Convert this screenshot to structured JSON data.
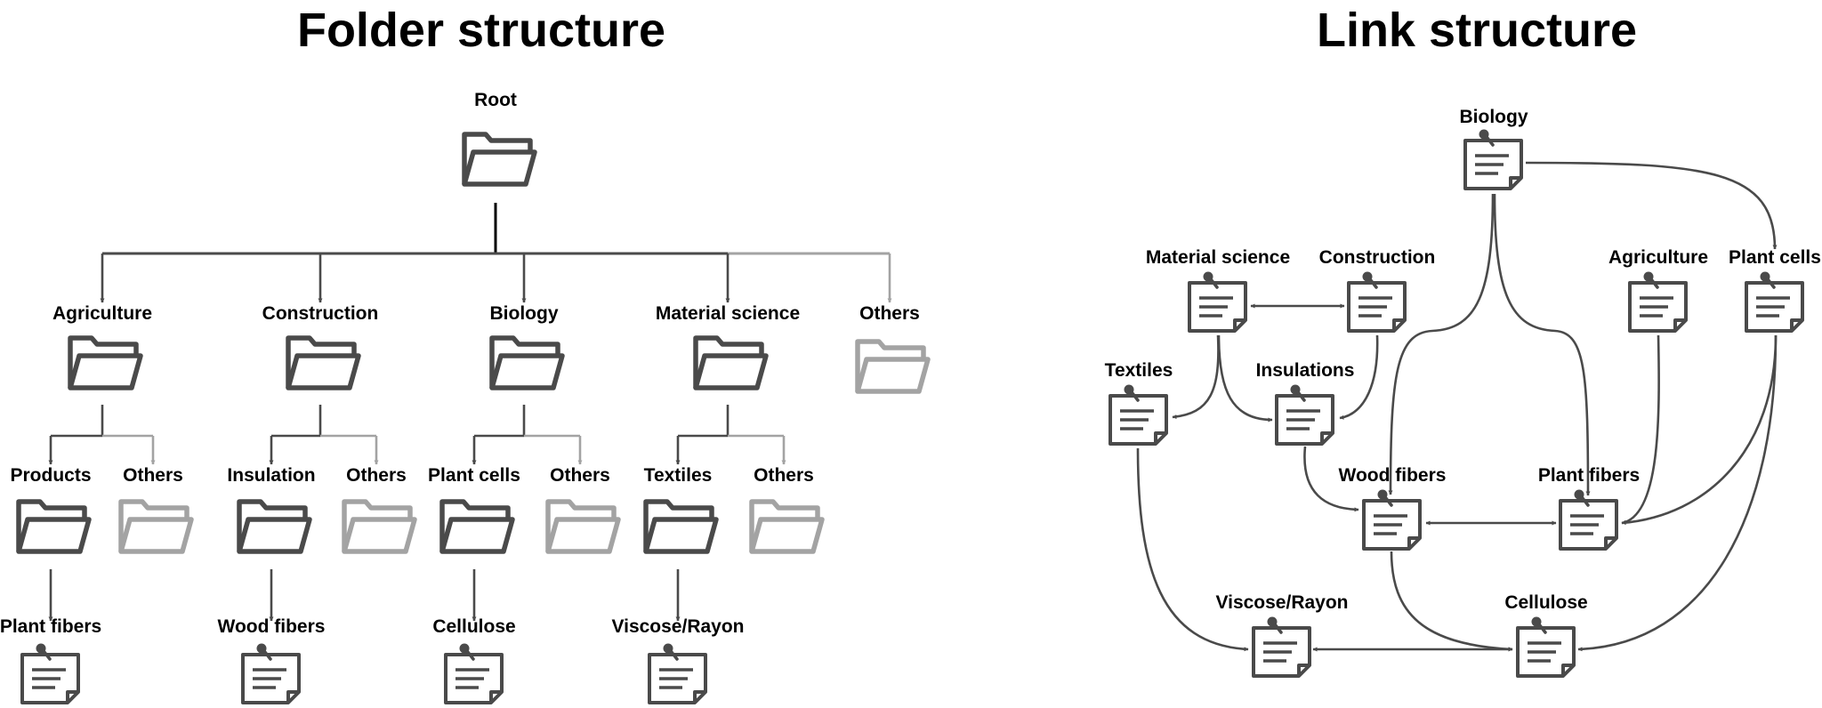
{
  "colors": {
    "dark": "#4a4a4a",
    "light": "#a3a3a3",
    "text": "#000000"
  },
  "panels": {
    "folder_title": "Folder structure",
    "link_title": "Link structure"
  },
  "folder_tree": {
    "root": "Root",
    "children": [
      {
        "label": "Agriculture",
        "style": "dark",
        "children": [
          {
            "label": "Products",
            "style": "dark",
            "doc": "Plant fibers"
          },
          {
            "label": "Others",
            "style": "light"
          }
        ]
      },
      {
        "label": "Construction",
        "style": "dark",
        "children": [
          {
            "label": "Insulation",
            "style": "dark",
            "doc": "Wood fibers"
          },
          {
            "label": "Others",
            "style": "light"
          }
        ]
      },
      {
        "label": "Biology",
        "style": "dark",
        "children": [
          {
            "label": "Plant cells",
            "style": "dark",
            "doc": "Cellulose"
          },
          {
            "label": "Others",
            "style": "light"
          }
        ]
      },
      {
        "label": "Material science",
        "style": "dark",
        "children": [
          {
            "label": "Textiles",
            "style": "dark",
            "doc": "Viscose/Rayon"
          },
          {
            "label": "Others",
            "style": "light"
          }
        ]
      },
      {
        "label": "Others",
        "style": "light",
        "children": []
      }
    ]
  },
  "link_graph": {
    "nodes": [
      {
        "id": "biology",
        "label": "Biology"
      },
      {
        "id": "material",
        "label": "Material science"
      },
      {
        "id": "construction",
        "label": "Construction"
      },
      {
        "id": "agriculture",
        "label": "Agriculture"
      },
      {
        "id": "plantcells",
        "label": "Plant cells"
      },
      {
        "id": "textiles",
        "label": "Textiles"
      },
      {
        "id": "insulations",
        "label": "Insulations"
      },
      {
        "id": "woodfibers",
        "label": "Wood fibers"
      },
      {
        "id": "plantfibers",
        "label": "Plant fibers"
      },
      {
        "id": "viscose",
        "label": "Viscose/Rayon"
      },
      {
        "id": "cellulose",
        "label": "Cellulose"
      }
    ],
    "edges": [
      {
        "from": "biology",
        "to": "plantcells",
        "direction": "forward"
      },
      {
        "from": "biology",
        "to": "woodfibers",
        "direction": "forward"
      },
      {
        "from": "biology",
        "to": "plantfibers",
        "direction": "forward"
      },
      {
        "from": "material",
        "to": "construction",
        "direction": "both"
      },
      {
        "from": "material",
        "to": "textiles",
        "direction": "forward"
      },
      {
        "from": "material",
        "to": "insulations",
        "direction": "forward"
      },
      {
        "from": "construction",
        "to": "insulations",
        "direction": "forward"
      },
      {
        "from": "insulations",
        "to": "woodfibers",
        "direction": "forward"
      },
      {
        "from": "woodfibers",
        "to": "plantfibers",
        "direction": "both"
      },
      {
        "from": "agriculture",
        "to": "plantfibers",
        "direction": "forward"
      },
      {
        "from": "plantcells",
        "to": "plantfibers",
        "direction": "forward"
      },
      {
        "from": "plantcells",
        "to": "cellulose",
        "direction": "forward"
      },
      {
        "from": "textiles",
        "to": "viscose",
        "direction": "forward"
      },
      {
        "from": "woodfibers",
        "to": "cellulose",
        "direction": "forward"
      },
      {
        "from": "viscose",
        "to": "cellulose",
        "direction": "both"
      }
    ]
  }
}
